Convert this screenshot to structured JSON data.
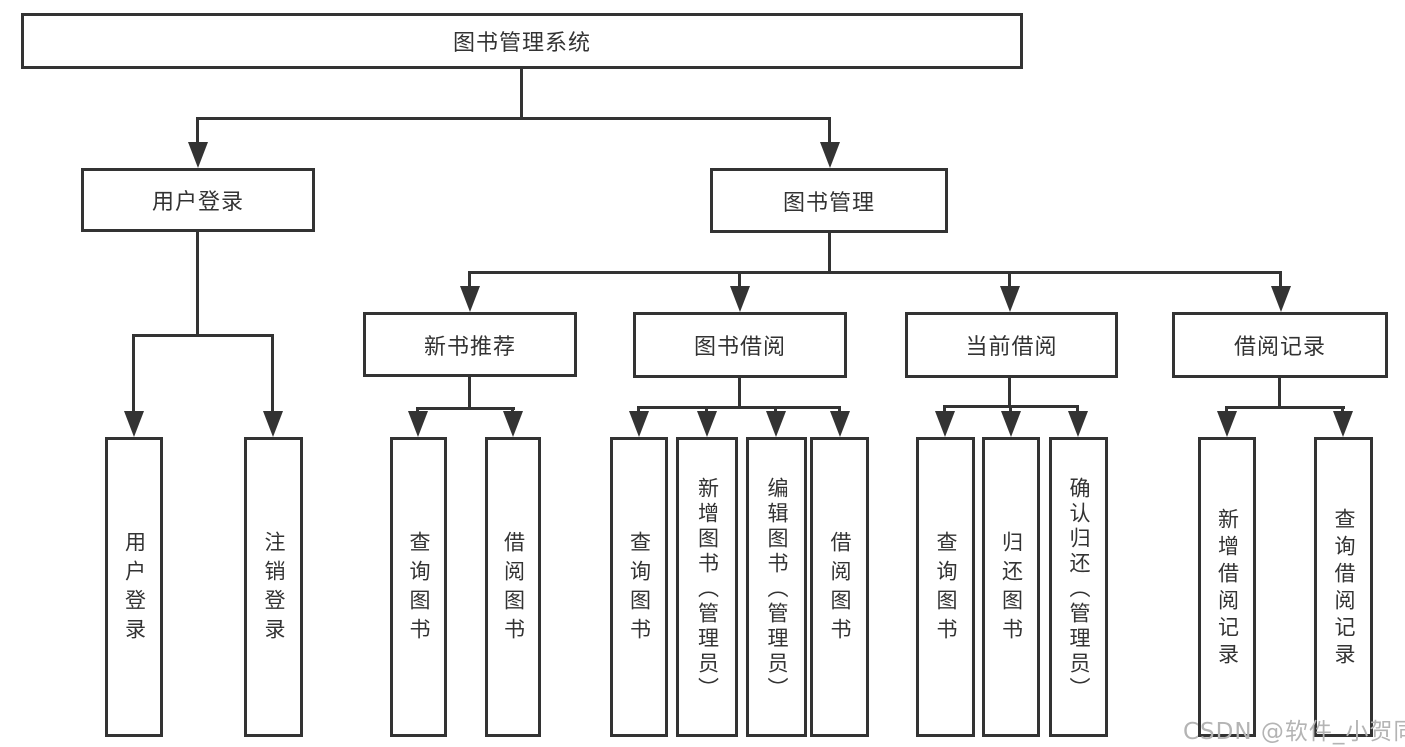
{
  "diagram": {
    "type": "hierarchy-tree",
    "root": {
      "label": "图书管理系统"
    },
    "user_login": {
      "label": "用户登录"
    },
    "book_mgmt": {
      "label": "图书管理"
    },
    "new_book": {
      "label": "新书推荐"
    },
    "book_borrow": {
      "label": "图书借阅"
    },
    "current_borrow": {
      "label": "当前借阅"
    },
    "borrow_record": {
      "label": "借阅记录"
    },
    "leaves": [
      {
        "id": "user-login-leaf",
        "parent": "用户登录",
        "label": "用户登录"
      },
      {
        "id": "logout-leaf",
        "parent": "用户登录",
        "label": "注销登录"
      },
      {
        "id": "query-books-newbook",
        "parent": "新书推荐",
        "label": "查询图书"
      },
      {
        "id": "borrow-books-newbook",
        "parent": "新书推荐",
        "label": "借阅图书"
      },
      {
        "id": "query-books-borrow",
        "parent": "图书借阅",
        "label": "查询图书"
      },
      {
        "id": "add-books-admin",
        "parent": "图书借阅",
        "label": "新增图书（管理员）"
      },
      {
        "id": "edit-books-admin",
        "parent": "图书借阅",
        "label": "编辑图书（管理员）"
      },
      {
        "id": "borrow-books-borrow",
        "parent": "图书借阅",
        "label": "借阅图书"
      },
      {
        "id": "query-books-current",
        "parent": "当前借阅",
        "label": "查询图书"
      },
      {
        "id": "return-books",
        "parent": "当前借阅",
        "label": "归还图书"
      },
      {
        "id": "confirm-return-admin",
        "parent": "当前借阅",
        "label": "确认归还（管理员）"
      },
      {
        "id": "add-borrow-record",
        "parent": "借阅记录",
        "label": "新增借阅记录"
      },
      {
        "id": "query-borrow-record",
        "parent": "借阅记录",
        "label": "查询借阅记录"
      }
    ]
  },
  "watermark": {
    "text": "CSDN @软件_小贺同学"
  },
  "colors": {
    "line": "#333333",
    "text": "#333333",
    "background": "#ffffff",
    "watermark": "#b4b4b4"
  }
}
